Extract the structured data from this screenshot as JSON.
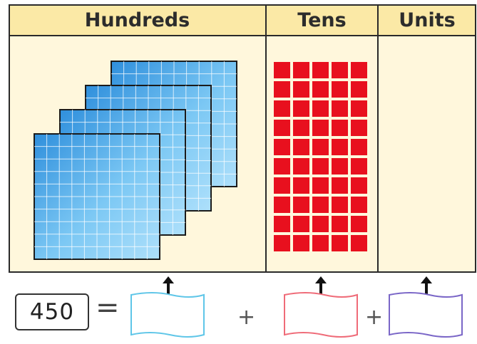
{
  "headers": {
    "hundreds": "Hundreds",
    "tens": "Tens",
    "units": "Units"
  },
  "equation": {
    "value": "450",
    "equals": "=",
    "plus_1": "+",
    "plus_2": "+"
  },
  "blocks": {
    "hundreds_flats": 4,
    "tens_rods": 5,
    "rod_length": 10
  },
  "answer_boxes": [
    {
      "place": "hundreds",
      "value": "",
      "color": "#5fc6e8"
    },
    {
      "place": "tens",
      "value": "",
      "color": "#ef6b78"
    },
    {
      "place": "units",
      "value": "",
      "color": "#7a66c7"
    }
  ],
  "colors": {
    "header": "#fbe9a6",
    "panel": "#fff7dc",
    "hundred_flat": "#3fa3e8",
    "ten_rod": "#e8101e"
  }
}
